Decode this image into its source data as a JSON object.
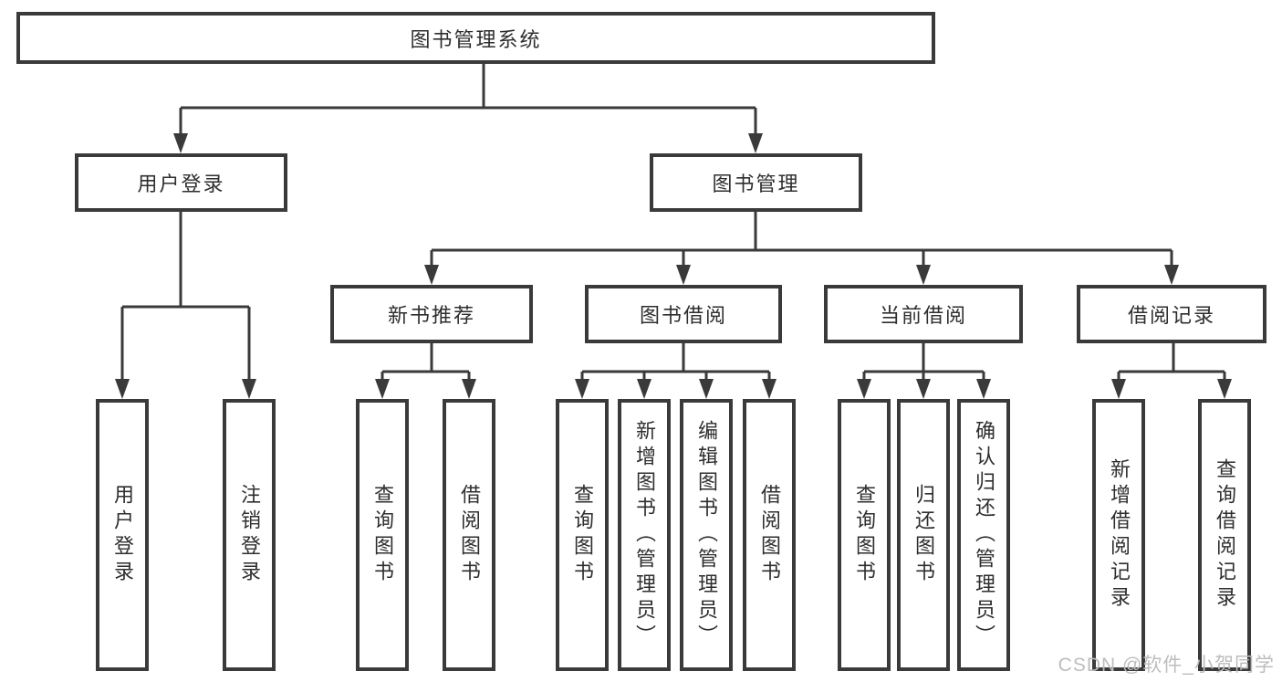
{
  "diagram": {
    "title": "图书管理系统",
    "nodes": {
      "root": "图书管理系统",
      "level2": [
        "用户登录",
        "图书管理"
      ],
      "level3": [
        "新书推荐",
        "图书借阅",
        "当前借阅",
        "借阅记录"
      ],
      "leaves": [
        "用户登录",
        "注销登录",
        "查询图书",
        "借阅图书",
        "查询图书",
        "新增图书（管理员）",
        "编辑图书（管理员）",
        "借阅图书",
        "查询图书",
        "归还图书",
        "确认归还（管理员）",
        "新增借阅记录",
        "查询借阅记录"
      ]
    },
    "edges": [
      {
        "from": "图书管理系统",
        "to": [
          "用户登录",
          "图书管理"
        ]
      },
      {
        "from": "用户登录",
        "to": [
          "用户登录",
          "注销登录"
        ]
      },
      {
        "from": "图书管理",
        "to": [
          "新书推荐",
          "图书借阅",
          "当前借阅",
          "借阅记录"
        ]
      },
      {
        "from": "新书推荐",
        "to": [
          "查询图书",
          "借阅图书"
        ]
      },
      {
        "from": "图书借阅",
        "to": [
          "查询图书",
          "新增图书（管理员）",
          "编辑图书（管理员）",
          "借阅图书"
        ]
      },
      {
        "from": "当前借阅",
        "to": [
          "查询图书",
          "归还图书",
          "确认归还（管理员）"
        ]
      },
      {
        "from": "借阅记录",
        "to": [
          "新增借阅记录",
          "查询借阅记录"
        ]
      }
    ]
  },
  "watermark": {
    "text": "CSDN @软件_小贺同学"
  },
  "colors": {
    "line": "#3a3a3a",
    "text": "#2e2e2e",
    "watermark": "#bdbdbd",
    "background": "#ffffff"
  }
}
